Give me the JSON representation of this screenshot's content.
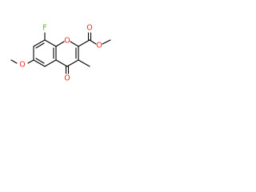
{
  "colors": {
    "bond": "#000000",
    "oxygen": "#e8291c",
    "fluorine": "#64b43c",
    "background": "#ffffff"
  },
  "atoms": {
    "fluorine": "F",
    "ring_oxygen": "O",
    "ester_carbonyl_oxygen": "O",
    "ester_oxygen": "O",
    "methoxy_oxygen": "O",
    "ketone_oxygen": "O"
  }
}
